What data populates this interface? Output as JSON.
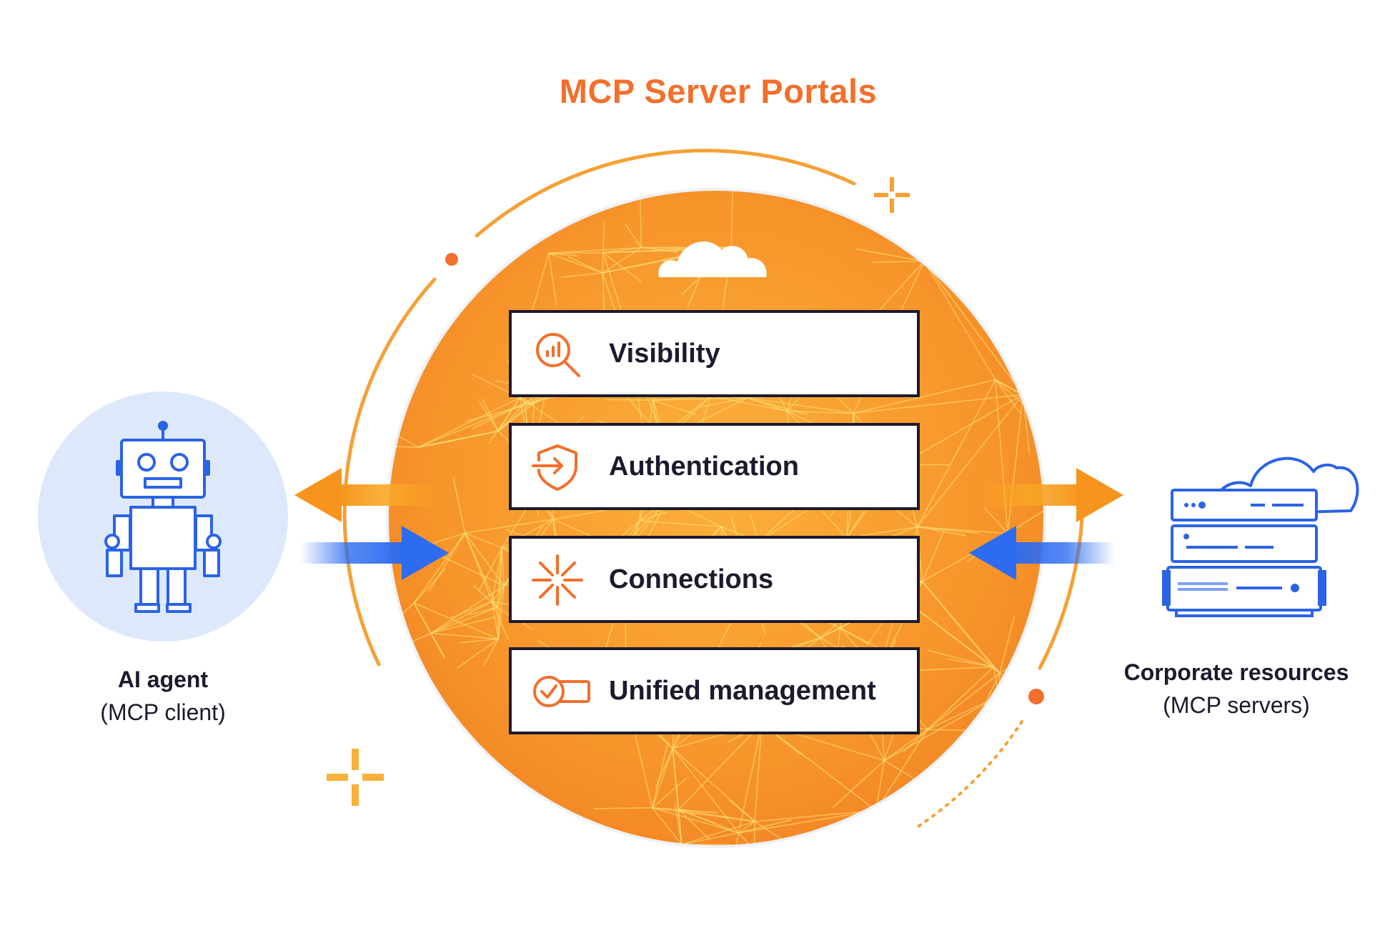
{
  "title": "MCP Server Portals",
  "features": [
    {
      "label": "Visibility",
      "icon": "magnifier-chart-icon"
    },
    {
      "label": "Authentication",
      "icon": "shield-enter-icon"
    },
    {
      "label": "Connections",
      "icon": "starburst-icon"
    },
    {
      "label": "Unified management",
      "icon": "toggle-check-icon"
    }
  ],
  "client": {
    "title": "AI agent",
    "subtitle": "(MCP client)",
    "icon": "robot-icon"
  },
  "servers": {
    "title": "Corporate resources",
    "subtitle": "(MCP servers)",
    "icon": "server-stack-cloud-icon"
  },
  "colors": {
    "accent_orange": "#f26f2c",
    "portal_orange": "#f89a2e",
    "arrow_yellow": "#f9a825",
    "arrow_blue": "#2d6cf0",
    "icon_blue": "#2a63e6",
    "robot_bg": "#dde9fb",
    "text_dark": "#1b1b2e"
  }
}
